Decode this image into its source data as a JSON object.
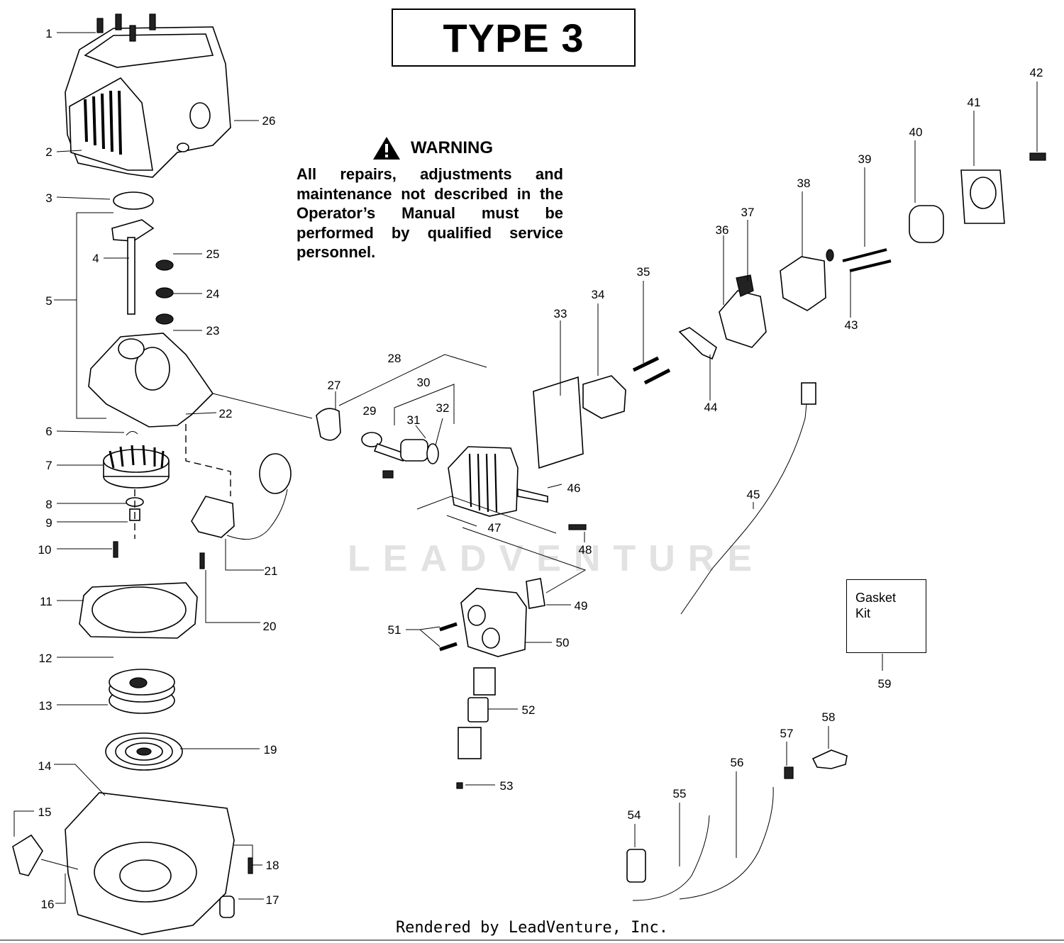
{
  "title": "TYPE 3",
  "warning": {
    "heading": "WARNING",
    "body": "All repairs, adjustments and maintenance not described in the Operator’s Manual must be performed by qualified service personnel."
  },
  "kit_box": {
    "line1": "Gasket",
    "line2": "Kit"
  },
  "watermark": "LEADVENTURE",
  "footer": "Rendered by LeadVenture, Inc.",
  "callouts": [
    "1",
    "2",
    "3",
    "4",
    "5",
    "6",
    "7",
    "8",
    "9",
    "10",
    "11",
    "12",
    "13",
    "14",
    "15",
    "16",
    "17",
    "18",
    "19",
    "20",
    "21",
    "22",
    "23",
    "24",
    "25",
    "26",
    "27",
    "28",
    "29",
    "30",
    "31",
    "32",
    "33",
    "34",
    "35",
    "36",
    "37",
    "38",
    "39",
    "40",
    "41",
    "42",
    "43",
    "44",
    "45",
    "46",
    "47",
    "48",
    "49",
    "50",
    "51",
    "52",
    "53",
    "54",
    "55",
    "56",
    "57",
    "58",
    "59"
  ],
  "icons": {
    "warning": "warning-triangle-icon"
  }
}
